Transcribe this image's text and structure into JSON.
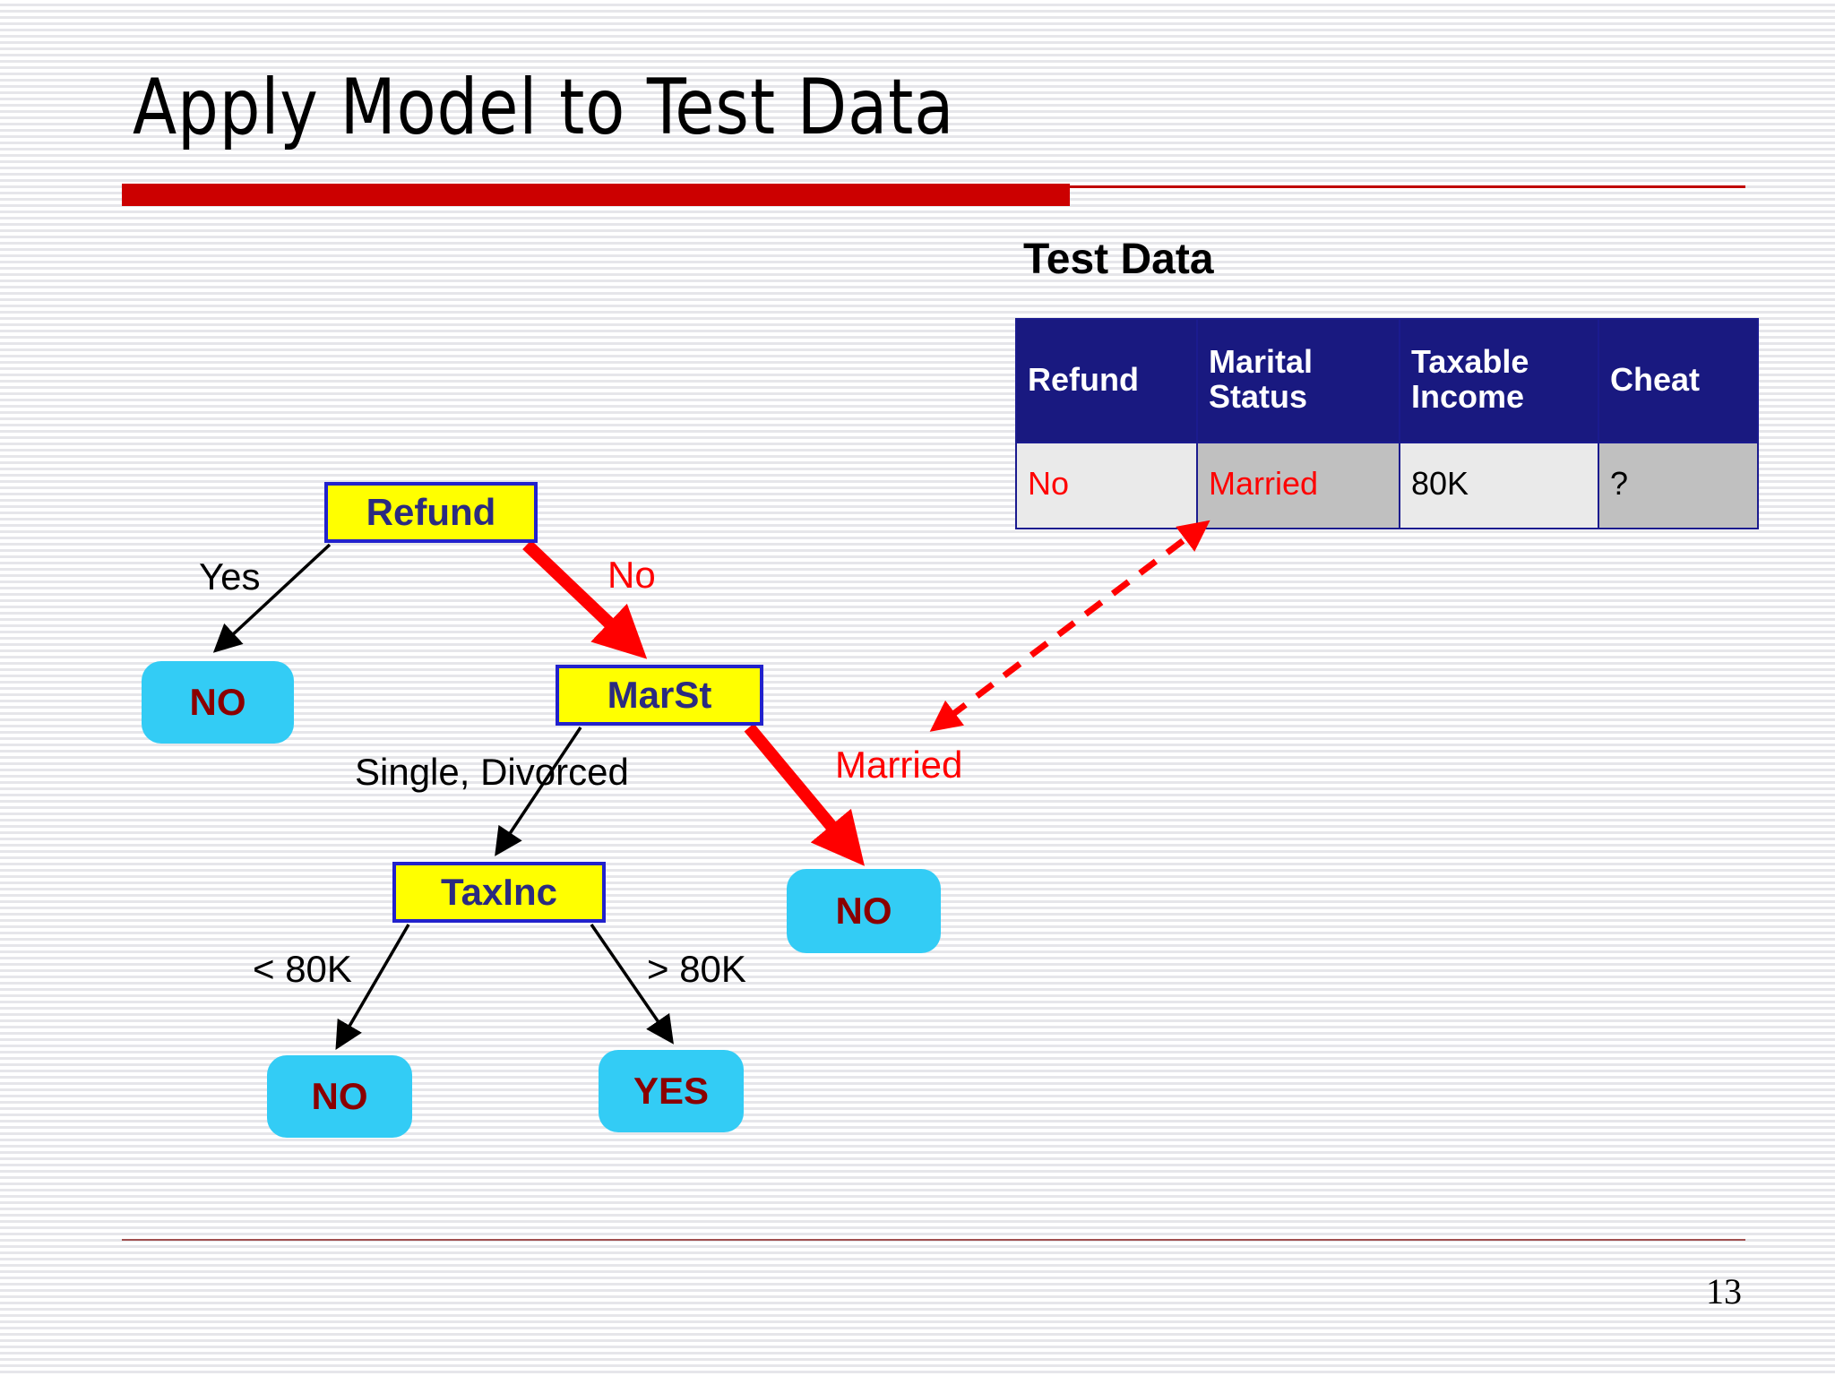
{
  "slide": {
    "title": "Apply Model to Test Data",
    "page_number": "13",
    "accent_color": "#CC0000",
    "footer_rule_color": "#A05050"
  },
  "test_data": {
    "heading": "Test Data",
    "header_bg": "#191980",
    "columns": [
      "Refund",
      "Marital Status",
      "Taxable Income",
      "Cheat"
    ],
    "column_lines": [
      [
        "Refund"
      ],
      [
        "Marital",
        "Status"
      ],
      [
        "Taxable",
        "Income"
      ],
      [
        "Cheat"
      ]
    ],
    "rows": [
      {
        "refund": "No",
        "marital_status": "Married",
        "taxable_income": "80K",
        "cheat": "?"
      }
    ],
    "highlight_color": "#FF0000"
  },
  "tree": {
    "nodes": {
      "refund": {
        "label": "Refund",
        "type": "internal",
        "fill": "#FFFF00",
        "border": "#2222CC",
        "text": "#2B2B80"
      },
      "marst": {
        "label": "MarSt",
        "type": "internal",
        "fill": "#FFFF00",
        "border": "#2222CC",
        "text": "#2B2B80"
      },
      "taxinc": {
        "label": "TaxInc",
        "type": "internal",
        "fill": "#FFFF00",
        "border": "#2222CC",
        "text": "#2B2B80"
      },
      "leaf_no_1": {
        "label": "NO",
        "type": "leaf",
        "fill": "#33CCF5",
        "text": "#8B0000"
      },
      "leaf_no_2": {
        "label": "NO",
        "type": "leaf",
        "fill": "#33CCF5",
        "text": "#8B0000"
      },
      "leaf_no_3": {
        "label": "NO",
        "type": "leaf",
        "fill": "#33CCF5",
        "text": "#8B0000"
      },
      "leaf_yes": {
        "label": "YES",
        "type": "leaf",
        "fill": "#33CCF5",
        "text": "#8B0000"
      }
    },
    "edges": {
      "yes": "Yes",
      "no": "No",
      "single_divorced": "Single, Divorced",
      "married": "Married",
      "lt_80k": "< 80K",
      "gt_80k": "> 80K"
    },
    "active_path_color": "#FF0000",
    "inactive_path_color": "#000000"
  }
}
